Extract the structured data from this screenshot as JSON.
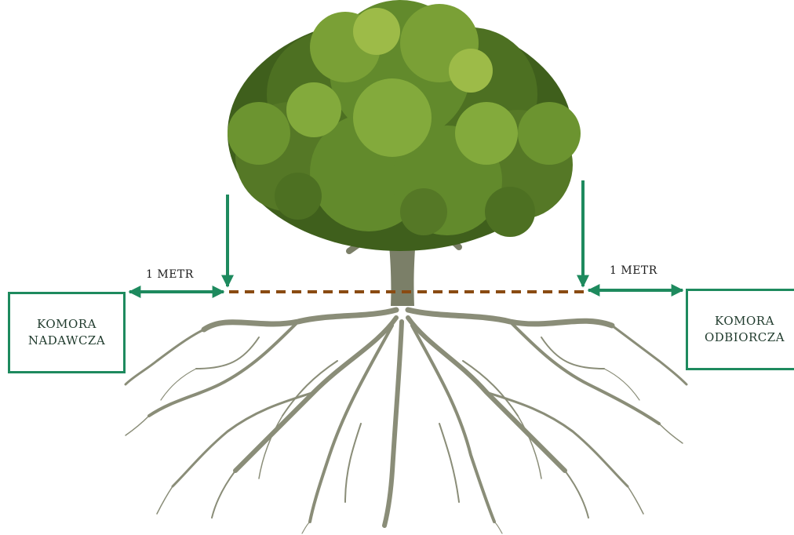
{
  "colors": {
    "arrow": "#1e8a5e",
    "ground_line": "#8a4b12",
    "foliage_dark": "#3f5f1c",
    "foliage_mid": "#628a2c",
    "foliage_light": "#9dbb48",
    "trunk": "#7b7f68",
    "roots": "#8a8d78"
  },
  "icons": {
    "tree": "tree-illustration",
    "arrow": "arrow-icon"
  },
  "chambers": {
    "sender": {
      "line1": "KOMORA",
      "line2": "NADAWCZA"
    },
    "receiver": {
      "line1": "KOMORA",
      "line2": "ODBIORCZA"
    }
  },
  "distances": {
    "left": "1 METR",
    "right": "1 METR"
  }
}
